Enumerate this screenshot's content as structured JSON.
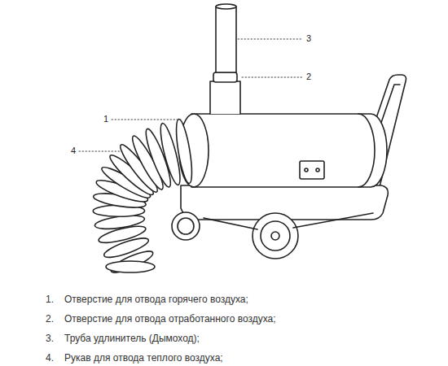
{
  "diagram": {
    "labels": [
      "3",
      "2",
      "1",
      "4",
      "1.",
      "Отверстие для отвода горячего воздуха;",
      "2.",
      "Отверстие для отвода отработанного воздуха;",
      "3.",
      "Труба удлинитель (Дымоход);",
      "4.",
      "Рукав для отвода теплого воздуха;"
    ]
  }
}
